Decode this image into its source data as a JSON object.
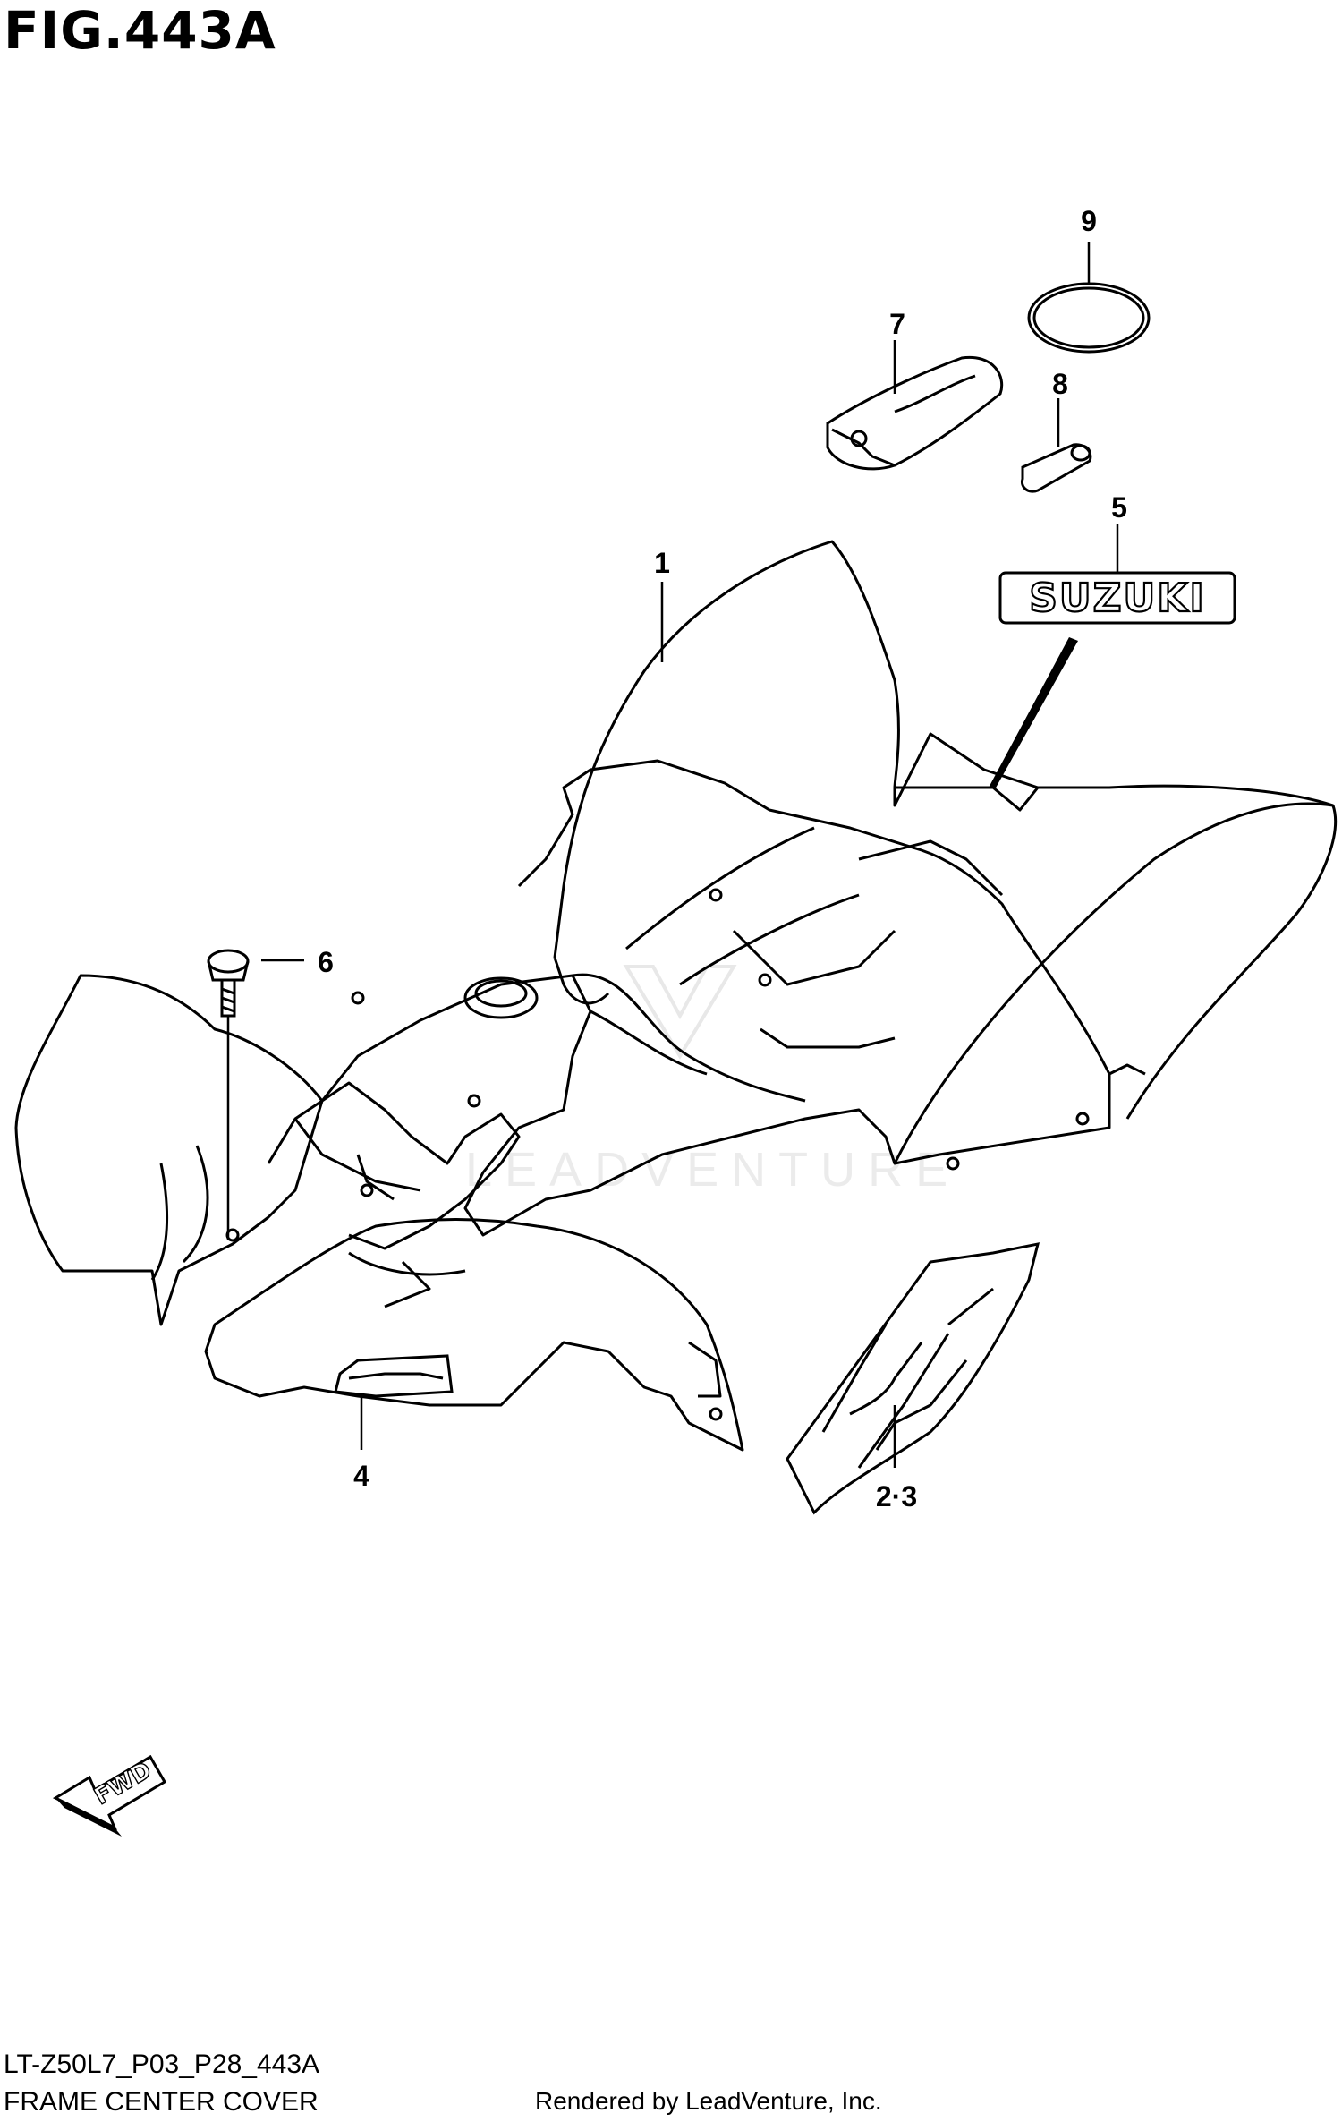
{
  "figure": {
    "title": "FIG.443A",
    "code": "LT-Z50L7_P03_P28_443A",
    "name": "FRAME CENTER COVER",
    "rendered_by": "Rendered by LeadVenture, Inc."
  },
  "callouts": {
    "c1": "1",
    "c23": "2·3",
    "c4": "4",
    "c5": "5",
    "c6": "6",
    "c7": "7",
    "c8": "8",
    "c9": "9"
  },
  "emblem": {
    "text": "SUZUKI"
  },
  "arrow": {
    "text": "FWD"
  },
  "watermark": {
    "text": "LEADVENTURE"
  },
  "colors": {
    "ink": "#000000",
    "paper": "#ffffff",
    "watermark": "#d6d6d6"
  }
}
